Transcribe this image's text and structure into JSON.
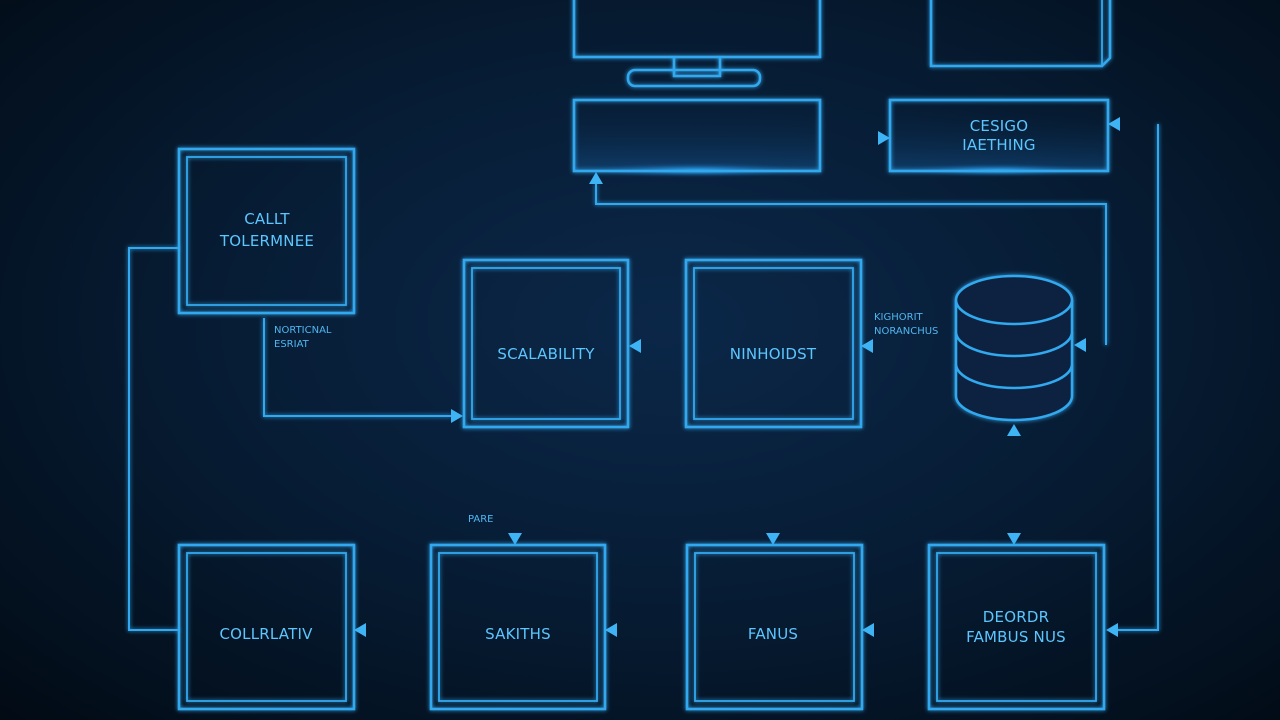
{
  "labels": {
    "top_right_box_line1": "CESIGO",
    "top_right_box_line2": "IAETHING",
    "left_box_line1": "CALLT",
    "left_box_line2": "TOLERMNEE",
    "left_note_line1": "NORTICNAL",
    "left_note_line2": "ESRIAT",
    "center_left_box": "SCALABILITY",
    "center_right_box": "NINHOIDST",
    "db_note_line1": "KIGHORIT",
    "db_note_line2": "NORANCHUS",
    "lower_note": "PARE",
    "bottom_box_1": "COLLRLATIV",
    "bottom_box_2": "SAKITHS",
    "bottom_box_3": "FANUS",
    "bottom_box_4_line1": "DEORDR",
    "bottom_box_4_line2": "FAMBUS NUS"
  },
  "colors": {
    "background": "#061a30",
    "stroke": "#31a8ee",
    "text": "#5cc6ff",
    "glow": "#1fa8ff"
  },
  "icons": [
    "monitor-icon",
    "database-icon"
  ]
}
